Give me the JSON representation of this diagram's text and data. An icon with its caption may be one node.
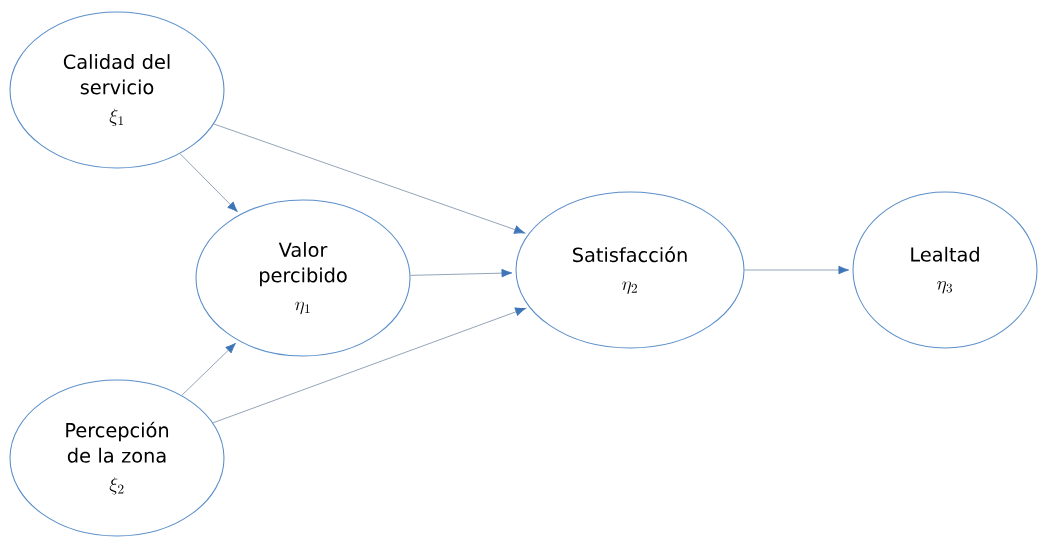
{
  "diagram": {
    "nodes": [
      {
        "text": [
          "Calidad del servicio",
          "\\xi_1"
        ]
      },
      {
        "text": [
          "Valor percibido",
          "\\eta_1"
        ]
      },
      {
        "text": [
          "Satisfacción",
          "\\eta_2"
        ]
      },
      {
        "text": [
          "Lealtad",
          "\\eta_3"
        ]
      },
      {
        "text": [
          "Percepción de la zona",
          "\\xi_2"
        ]
      }
    ],
    "edges": [
      {
        "from": 0,
        "to": 1,
        "arrow": "to"
      },
      {
        "from": 0,
        "to": 2,
        "arrow": "to"
      },
      {
        "from": 1,
        "to": 2,
        "arrow": "to"
      },
      {
        "from": 2,
        "to": 3,
        "arrow": "to"
      },
      {
        "from": 4,
        "to": 1,
        "arrow": "to"
      },
      {
        "from": 4,
        "to": 2,
        "arrow": "to"
      }
    ]
  }
}
